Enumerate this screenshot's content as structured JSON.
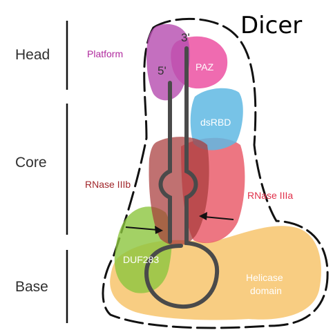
{
  "title": "Dicer",
  "sections": {
    "head": "Head",
    "core": "Core",
    "base": "Base"
  },
  "domains": {
    "platform": "Platform",
    "paz": "PAZ",
    "dsrbd": "dsRBD",
    "rnase3b": "RNase IIIb",
    "rnase3a": "RNase IIIa",
    "duf283": "DUF283",
    "helicase_line1": "Helicase",
    "helicase_line2": "domain"
  },
  "rna_ends": {
    "five_prime": "5'",
    "three_prime": "3'"
  },
  "colors": {
    "platform": "#b74fb1",
    "paz": "#ec4b9f",
    "dsrbd": "#5fb8e3",
    "rnase3b": "#a83a3a",
    "rnase3a": "#e8505f",
    "duf283": "#8cc63f",
    "helicase": "#f7c46c",
    "rna": "#4a4a4a"
  }
}
